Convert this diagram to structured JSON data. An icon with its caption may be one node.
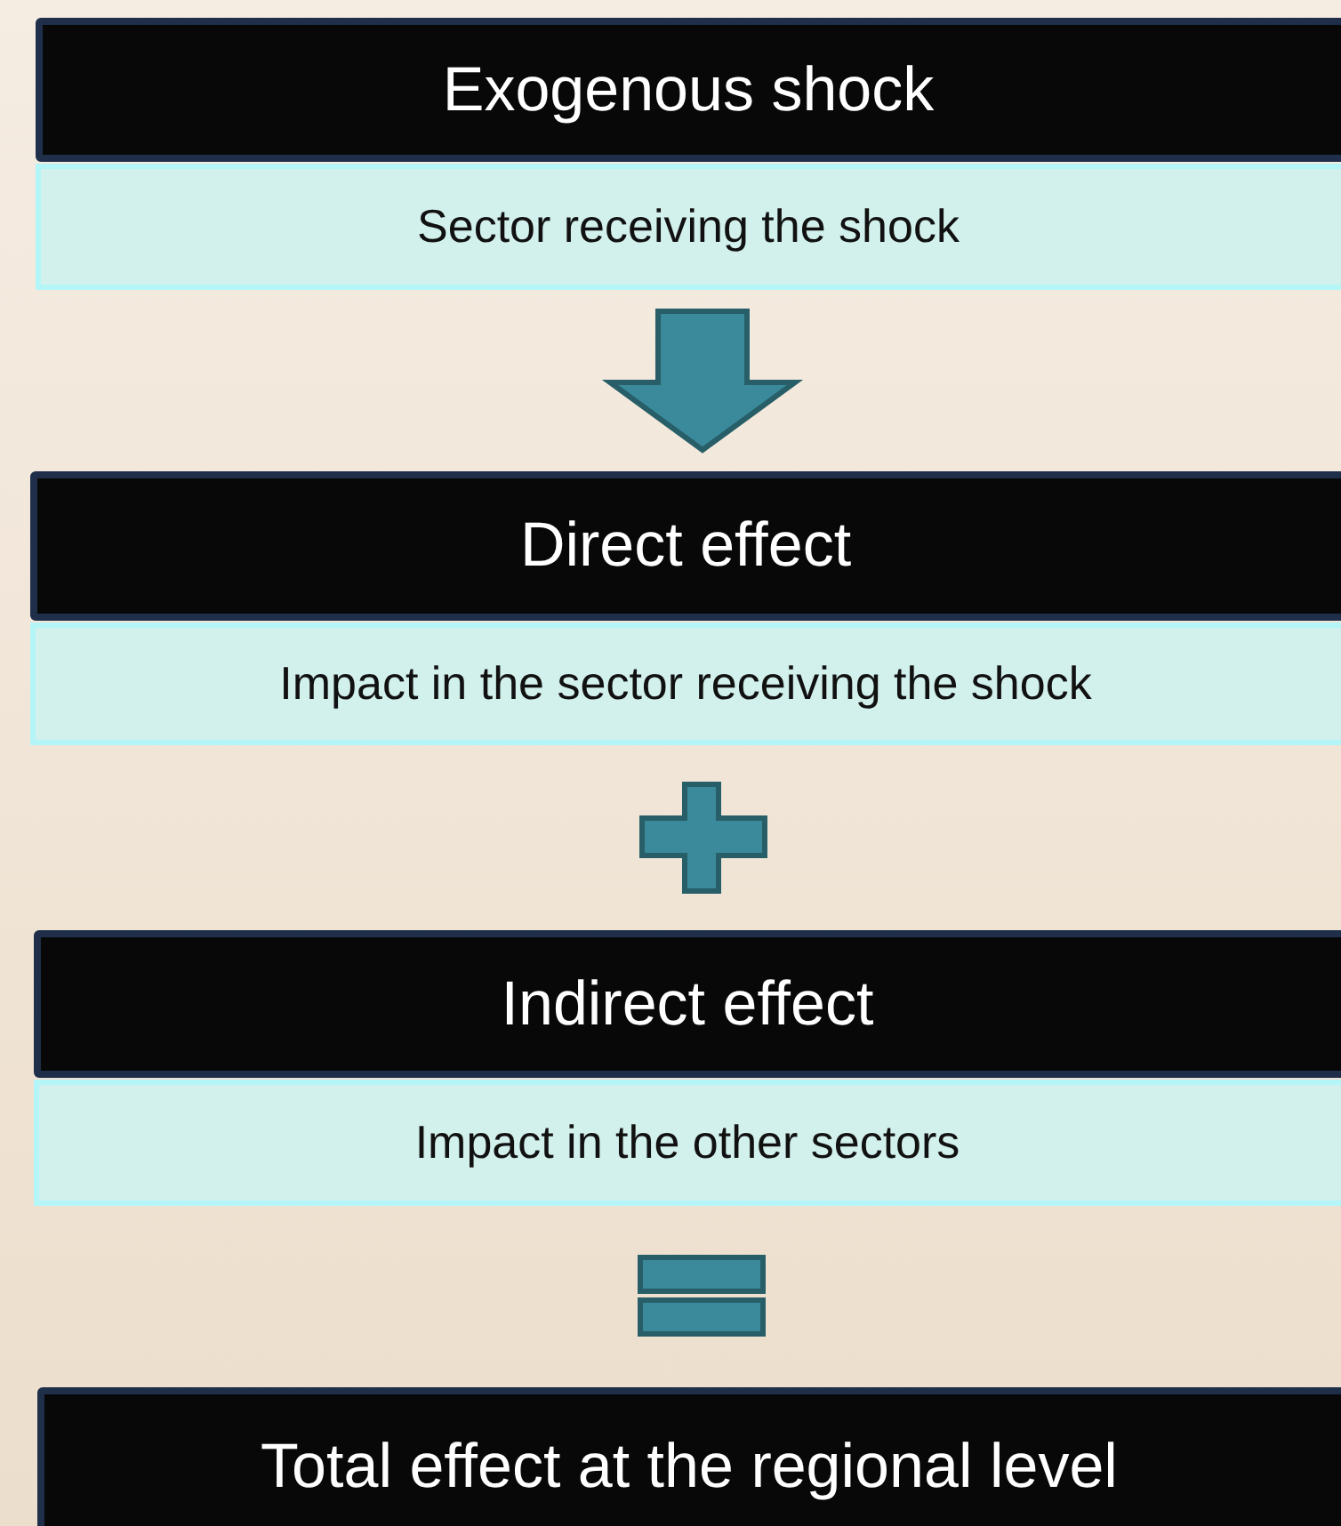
{
  "diagram": {
    "nodes": [
      {
        "text": [
          "Exogenous shock"
        ]
      },
      {
        "text": [
          "Sector receiving the shock"
        ]
      },
      {
        "text": [
          "Direct effect"
        ]
      },
      {
        "text": [
          "Impact in the sector receiving the shock"
        ]
      },
      {
        "text": [
          "Indirect effect"
        ]
      },
      {
        "text": [
          "Impact in the other sectors"
        ]
      },
      {
        "text": [
          "Total effect at the regional level"
        ]
      }
    ],
    "edges": [
      {
        "from": 1,
        "to": 2,
        "arrow": "to"
      }
    ]
  }
}
